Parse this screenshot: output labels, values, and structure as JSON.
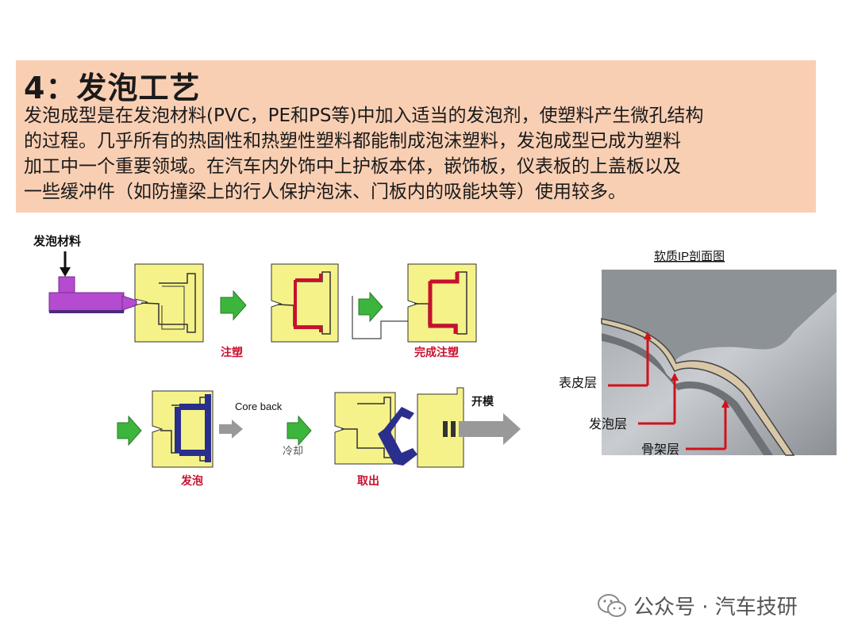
{
  "section": {
    "title": "4：发泡工艺",
    "lines": [
      "发泡成型是在发泡材料(PVC，PE和PS等)中加入适当的发泡剂，使塑料产生微孔结构",
      "的过程。几乎所有的热固性和热塑性塑料都能制成泡沫塑料，发泡成型已成为塑料",
      "加工中一个重要领域。在汽车内外饰中上护板本体，嵌饰板，仪表板的上盖板以及",
      "一些缓冲件（如防撞梁上的行人保护泡沫、门板内的吸能块等）使用较多。"
    ]
  },
  "process": {
    "material": "发泡材料",
    "inject": "注塑",
    "inject_done": "完成注塑",
    "core_back": "Core back",
    "open_mold": "开模",
    "cool": "冷却",
    "foam": "发泡",
    "take_out": "取出"
  },
  "section_view": {
    "title": "软质IP剖面图",
    "skin": "表皮层",
    "foam": "发泡层",
    "frame": "骨架层"
  },
  "watermark": "公众号 · 汽车技研",
  "colors": {
    "box": "#f9cfb4",
    "mold": "#f5f28a",
    "purple": "#b44bd0",
    "red": "#c8102e",
    "green": "#3cb53c",
    "blue": "#2a2e8c"
  }
}
